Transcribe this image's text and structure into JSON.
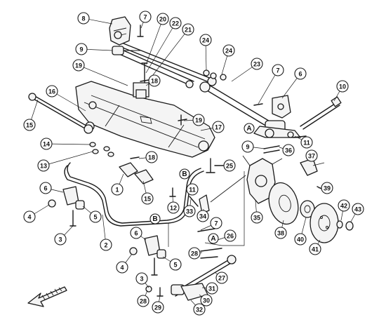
{
  "callouts": [
    {
      "label": "8"
    },
    {
      "label": "7"
    },
    {
      "label": "20"
    },
    {
      "label": "22"
    },
    {
      "label": "21"
    },
    {
      "label": "9"
    },
    {
      "label": "24"
    },
    {
      "label": "24"
    },
    {
      "label": "19"
    },
    {
      "label": "18"
    },
    {
      "label": "23"
    },
    {
      "label": "7"
    },
    {
      "label": "6"
    },
    {
      "label": "10"
    },
    {
      "label": "16"
    },
    {
      "label": "15"
    },
    {
      "label": "19"
    },
    {
      "label": "17"
    },
    {
      "label": "11"
    },
    {
      "label": "9"
    },
    {
      "label": "36"
    },
    {
      "label": "37"
    },
    {
      "label": "14"
    },
    {
      "label": "13"
    },
    {
      "label": "18"
    },
    {
      "label": "25"
    },
    {
      "label": "1"
    },
    {
      "label": "15"
    },
    {
      "label": "11"
    },
    {
      "label": "12"
    },
    {
      "label": "33"
    },
    {
      "label": "34"
    },
    {
      "label": "39"
    },
    {
      "label": "6"
    },
    {
      "label": "4"
    },
    {
      "label": "5"
    },
    {
      "label": "3"
    },
    {
      "label": "2"
    },
    {
      "label": "6"
    },
    {
      "label": "4"
    },
    {
      "label": "5"
    },
    {
      "label": "7"
    },
    {
      "label": "26"
    },
    {
      "label": "28"
    },
    {
      "label": "35"
    },
    {
      "label": "38"
    },
    {
      "label": "40"
    },
    {
      "label": "41"
    },
    {
      "label": "42"
    },
    {
      "label": "43"
    },
    {
      "label": "27"
    },
    {
      "label": "3"
    },
    {
      "label": "28"
    },
    {
      "label": "29"
    },
    {
      "label": "31"
    },
    {
      "label": "30"
    },
    {
      "label": "32"
    }
  ],
  "refs": [
    {
      "label": "A"
    },
    {
      "label": "B"
    },
    {
      "label": "B"
    },
    {
      "label": "A"
    }
  ]
}
